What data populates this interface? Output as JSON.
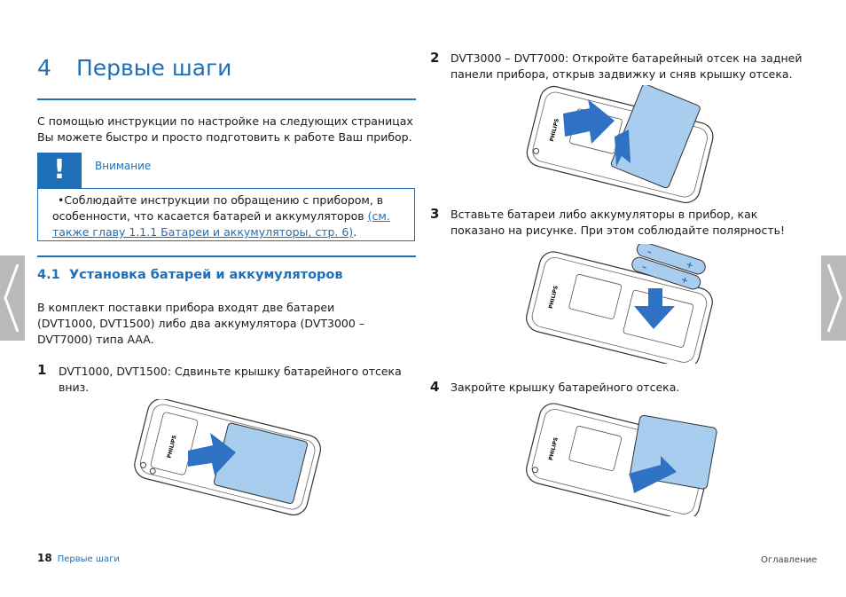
{
  "chapter": {
    "number": "4",
    "title": "Первые шаги"
  },
  "intro": "С помощью инструкции по настройке на следующих страницах Вы можете быстро и просто подготовить к работе Ваш прибор.",
  "warning": {
    "icon": "!",
    "title": "Внимание",
    "bullet": "•",
    "text": "Соблюдайте инструкции по обращению с прибором, в особенности, что касается батарей и аккумуляторов",
    "link_text": "(см. также главу 1.1.1 Батареи и аккумуляторы, стр. 6)",
    "text_end": "."
  },
  "section": {
    "number": "4.1",
    "title": "Установка батарей и аккумуляторов",
    "body": "В комплект поставки прибора входят две батареи (DVT1000, DVT1500) либо два аккумулятора (DVT3000 – DVT7000) типа AAA."
  },
  "steps": [
    {
      "number": "1",
      "text": "DVT1000, DVT1500: Сдвиньте крышку батарейного отсека вниз."
    },
    {
      "number": "2",
      "text": "DVT3000 – DVT7000: Откройте батарейный отсек на задней панели прибора, открыв задвижку и сняв крышку отсека."
    },
    {
      "number": "3",
      "text": "Вставьте батареи либо аккумуляторы в прибор, как показано на рисунке. При этом соблюдайте полярность!"
    },
    {
      "number": "4",
      "text": "Закройте крышку батарейного отсека."
    }
  ],
  "device_brand": "PHILIPS",
  "battery_signs": {
    "minus": "–",
    "plus": "+"
  },
  "footer": {
    "page_number": "18",
    "chapter_label": "Первые шаги",
    "toc_link": "Оглавление"
  },
  "nav": {
    "prev_icon": "chevron-left-icon",
    "next_icon": "chevron-right-icon"
  },
  "colors": {
    "accent": "#1f6fb8",
    "cover_fill": "#a9cdee",
    "arrow_fill": "#2f72c4",
    "tab_gray": "#b9b9b9"
  }
}
